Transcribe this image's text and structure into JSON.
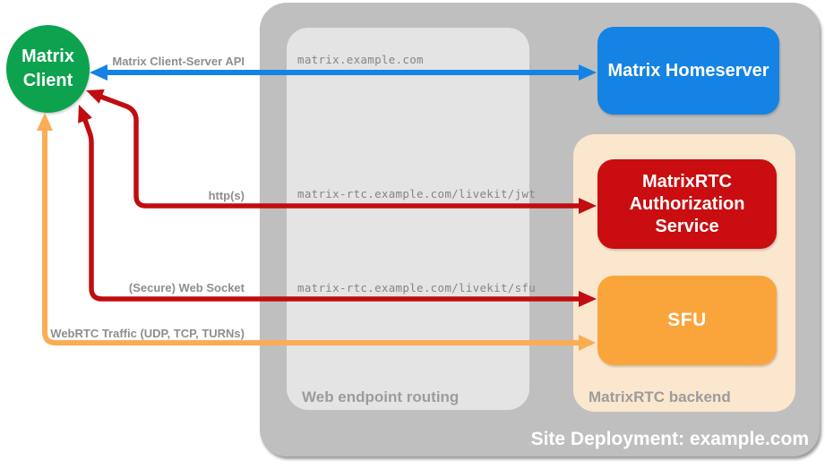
{
  "nodes": {
    "client": "Matrix Client",
    "homeserver": "Matrix Homeserver",
    "auth_service": "MatrixRTC Authorization Service",
    "sfu": "SFU"
  },
  "panels": {
    "site_deployment": "Site Deployment: example.com",
    "web_endpoint_routing": "Web endpoint routing",
    "matrixrtc_backend": "MatrixRTC backend"
  },
  "connections": {
    "client_server_api": {
      "label": "Matrix Client-Server API",
      "route": "matrix.example.com",
      "color": "#1483e3"
    },
    "http": {
      "label": "http(s)",
      "route": "matrix-rtc.example.com/livekit/jwt",
      "color": "#c00d10"
    },
    "websocket": {
      "label": "(Secure) Web Socket",
      "route": "matrix-rtc.example.com/livekit/sfu",
      "color": "#c00d10"
    },
    "webrtc": {
      "label": "WebRTC Traffic (UDP, TCP, TURNs)",
      "color": "#f9ad55"
    }
  },
  "colors": {
    "client_node": "#0ca24e",
    "homeserver_node": "#1483e3",
    "auth_node": "#c90d10",
    "sfu_node": "#faa53c",
    "outer_panel": "#bfbfbf",
    "inner_panel": "#e4e4e4",
    "backend_panel": "#fbe7ce",
    "label_gray": "#8e8e8e"
  }
}
